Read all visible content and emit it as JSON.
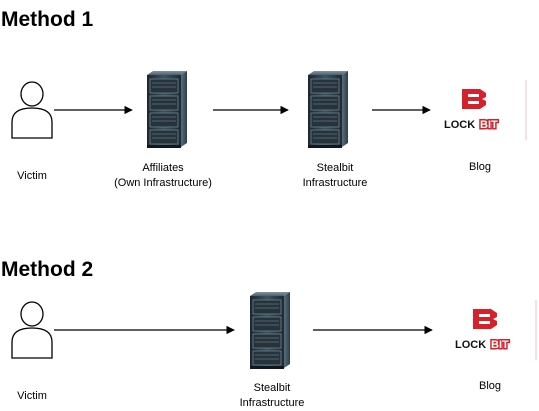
{
  "methods": [
    {
      "title": "Method 1",
      "nodes": {
        "victim": {
          "label": "Victim"
        },
        "affiliates": {
          "line1": "Affiliates",
          "line2": "(Own Infrastructure)"
        },
        "stealbit": {
          "line1": "Stealbit",
          "line2": "Infrastructure"
        },
        "blog": {
          "label": "Blog",
          "logo_left": "LOCK",
          "logo_right": "BIT"
        }
      }
    },
    {
      "title": "Method 2",
      "nodes": {
        "victim": {
          "label": "Victim"
        },
        "stealbit": {
          "line1": "Stealbit",
          "line2": "Infrastructure"
        },
        "blog": {
          "label": "Blog",
          "logo_left": "LOCK",
          "logo_right": "BIT"
        }
      }
    }
  ],
  "colors": {
    "brand_red": "#d6202a",
    "arrow": "#000000",
    "server_body": "#2b3a45",
    "server_light": "#5d7482"
  }
}
